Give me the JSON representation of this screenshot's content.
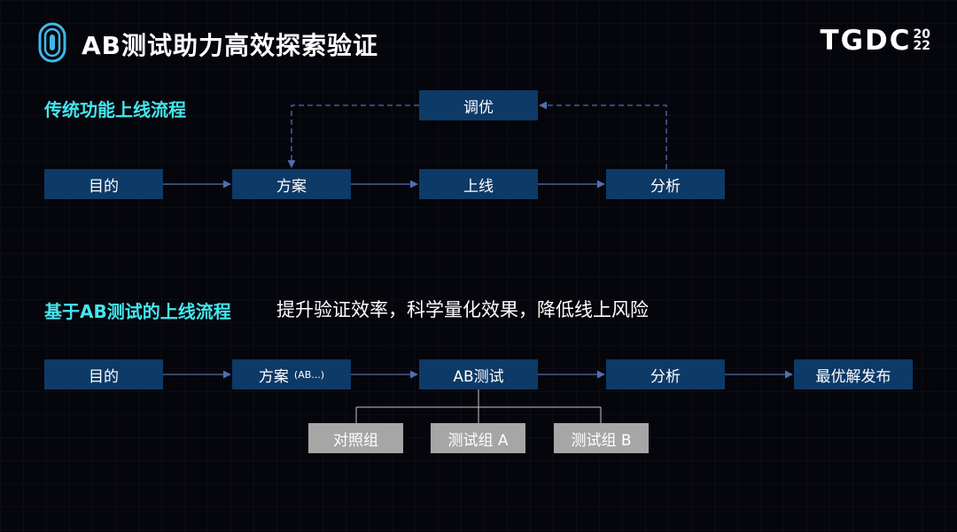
{
  "header": {
    "title": "AB测试助力高效探索验证",
    "brand": "TGDC",
    "brand_year_top": "20",
    "brand_year_bottom": "22"
  },
  "section1": {
    "title": "传统功能上线流程",
    "nodes": {
      "goal": "目的",
      "plan": "方案",
      "launch": "上线",
      "analysis": "分析",
      "tune": "调优"
    }
  },
  "section2": {
    "title": "基于AB测试的上线流程",
    "subtitle": "提升验证效率，科学量化效果，降低线上风险",
    "nodes": {
      "goal": "目的",
      "plan": "方案",
      "plan_suffix": "(AB...)",
      "abtest": "AB测试",
      "analysis": "分析",
      "release": "最优解发布",
      "control": "对照组",
      "test_a": "测试组 A",
      "test_b": "测试组 B"
    }
  },
  "colors": {
    "background": "#05050c",
    "box": "#0d3a66",
    "group_box": "#a6a6a6",
    "section_title": "#45e6ee",
    "arrow": "#4f6fb0",
    "logo": "#3fb8e8"
  }
}
